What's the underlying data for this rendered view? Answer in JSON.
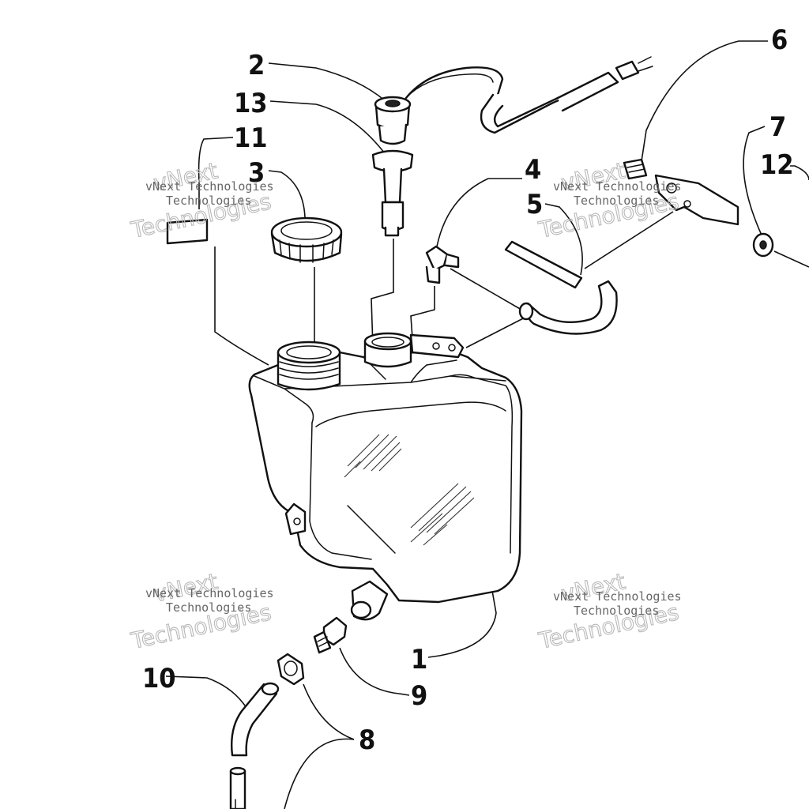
{
  "callouts": [
    {
      "id": "1",
      "text": "1"
    },
    {
      "id": "2",
      "text": "2"
    },
    {
      "id": "3",
      "text": "3"
    },
    {
      "id": "4",
      "text": "4"
    },
    {
      "id": "5",
      "text": "5"
    },
    {
      "id": "6",
      "text": "6"
    },
    {
      "id": "7",
      "text": "7"
    },
    {
      "id": "8",
      "text": "8"
    },
    {
      "id": "9",
      "text": "9"
    },
    {
      "id": "10",
      "text": "10"
    },
    {
      "id": "11",
      "text": "11"
    },
    {
      "id": "12",
      "text": "12"
    },
    {
      "id": "13",
      "text": "13"
    }
  ],
  "watermark": {
    "line1": "vNext Technologies",
    "line2": "vNext",
    "line3": "Technologies"
  }
}
